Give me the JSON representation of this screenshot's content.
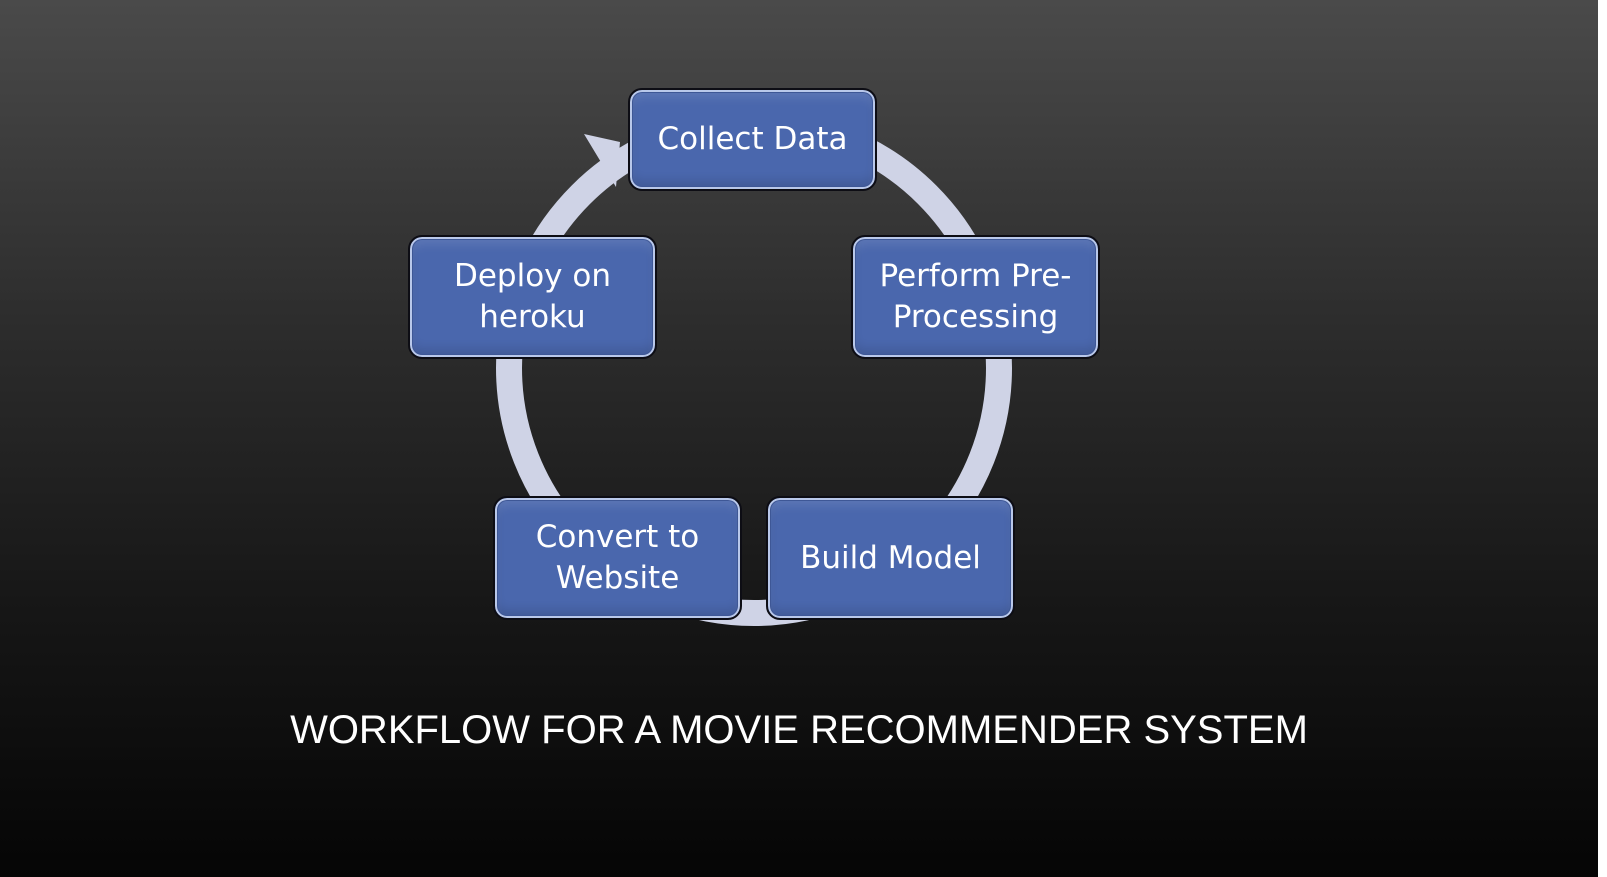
{
  "title": "WORKFLOW FOR A MOVIE RECOMMENDER SYSTEM",
  "nodes": [
    {
      "label": "Collect Data"
    },
    {
      "label": "Perform Pre-\nProcessing"
    },
    {
      "label": "Build Model"
    },
    {
      "label": "Convert to\nWebsite"
    },
    {
      "label": "Deploy on\nheroku"
    }
  ],
  "colors": {
    "node_fill": "#4a67ad",
    "node_border": "#0d0d14",
    "cycle_arrow": "#cfd3e6",
    "text": "#ffffff"
  }
}
